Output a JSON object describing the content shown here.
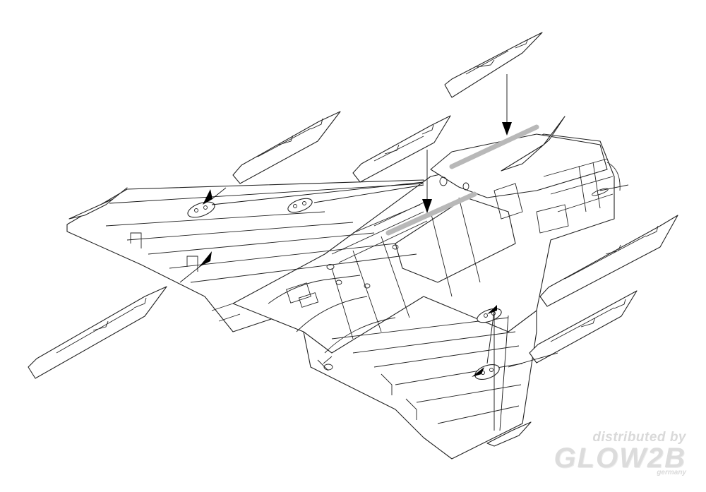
{
  "watermark": {
    "line1": "distributed by",
    "line2": "GLOW2B",
    "line3": "germany"
  },
  "colors": {
    "line": "#222222",
    "highlight": "#b8b8b8",
    "watermark": "#d9d9d9"
  }
}
